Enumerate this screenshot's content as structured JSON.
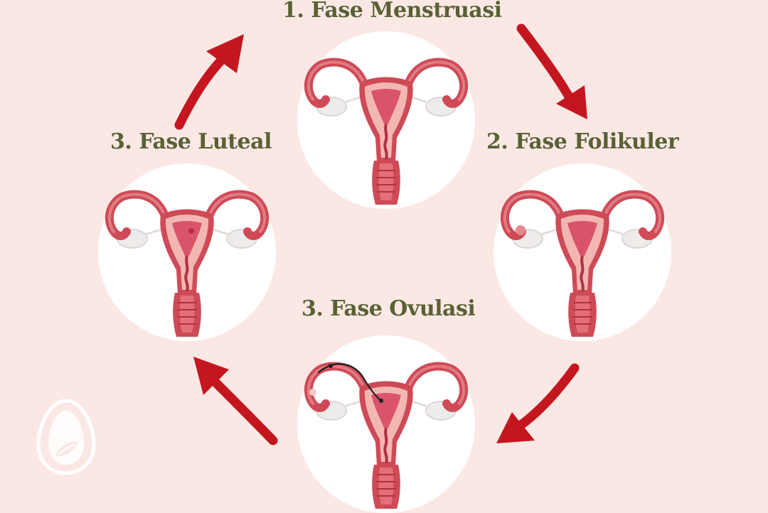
{
  "diagram": {
    "phases": [
      {
        "id": "menstruasi",
        "label": "1. Fase Menstruasi",
        "egg": "none"
      },
      {
        "id": "folikuler",
        "label": "2. Fase Folikuler",
        "egg": "follicle"
      },
      {
        "id": "ovulasi",
        "label": "3. Fase Ovulasi",
        "egg": "released"
      },
      {
        "id": "luteal",
        "label": "3. Fase Luteal",
        "egg": "implant"
      }
    ],
    "arrows": [
      {
        "from": "luteal",
        "to": "menstruasi"
      },
      {
        "from": "menstruasi",
        "to": "folikuler"
      },
      {
        "from": "folikuler",
        "to": "ovulasi"
      },
      {
        "from": "ovulasi",
        "to": "luteal"
      }
    ],
    "colors": {
      "background": "#fbe8e4",
      "circle": "#ffffff",
      "label": "#596135",
      "arrow": "#c4161f",
      "tissue_outer": "#cf4a57",
      "tissue_inner": "#f3b7b2",
      "cavity": "#d9536a",
      "ovary": "#eeeceb"
    },
    "logo_icon": "egg-leaf-logo-icon"
  }
}
